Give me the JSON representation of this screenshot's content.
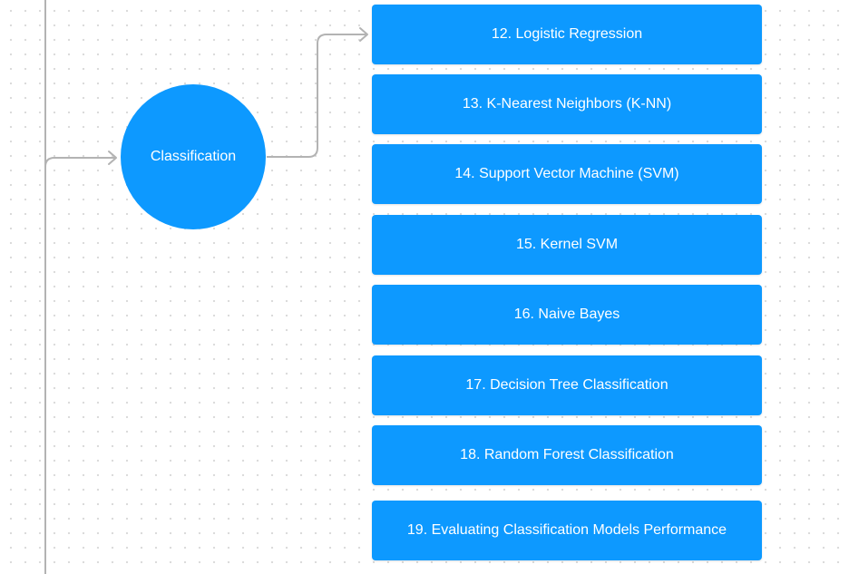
{
  "colors": {
    "node": "#0d99ff",
    "node_text": "#ffffff",
    "connector": "#b3b3b3",
    "grid_dot": "#d9d9d9"
  },
  "hub": {
    "label": "Classification"
  },
  "topics": [
    {
      "label": "12. Logistic Regression"
    },
    {
      "label": "13. K-Nearest Neighbors (K-NN)"
    },
    {
      "label": "14. Support Vector Machine (SVM)"
    },
    {
      "label": "15. Kernel SVM"
    },
    {
      "label": "16. Naive Bayes"
    },
    {
      "label": "17. Decision Tree Classification"
    },
    {
      "label": "18. Random Forest Classification"
    },
    {
      "label": "19. Evaluating Classification Models Performance"
    }
  ]
}
